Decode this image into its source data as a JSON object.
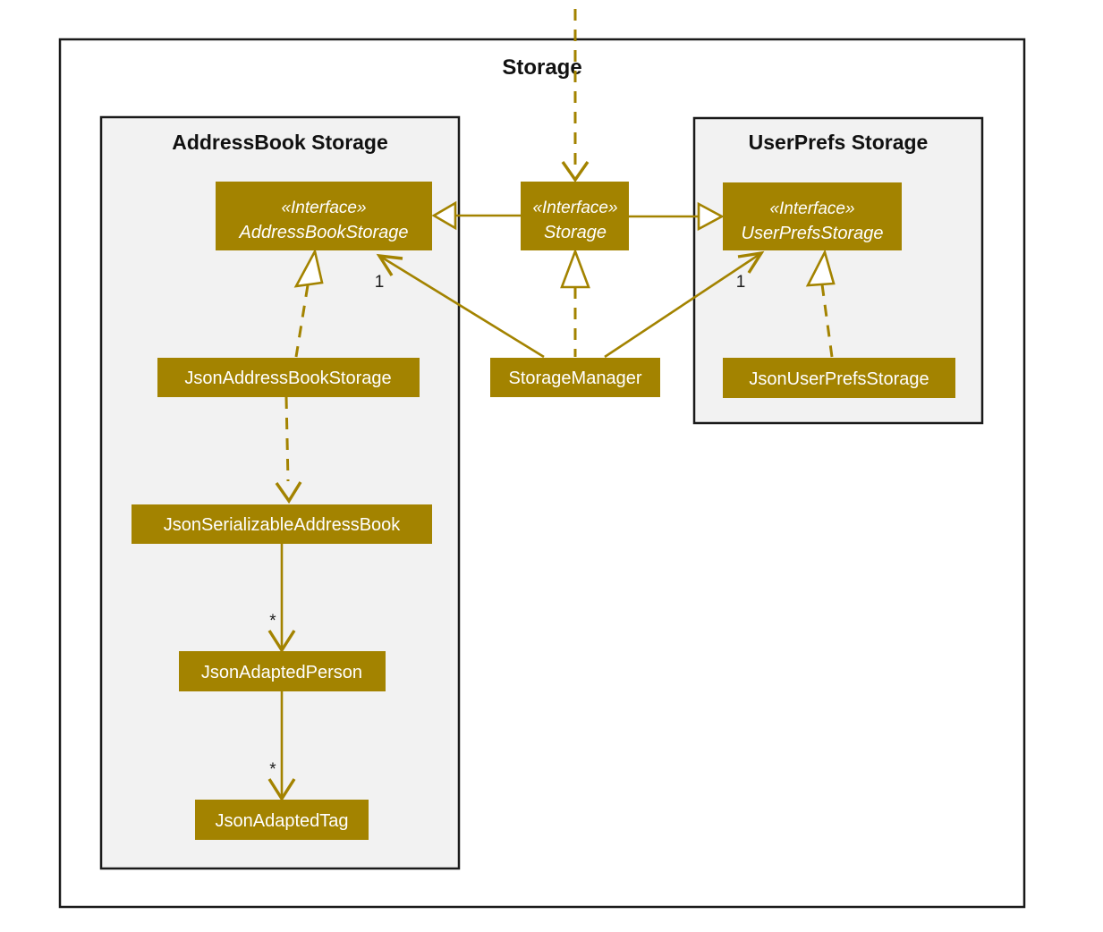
{
  "colors": {
    "accent": "#A38300",
    "node_text": "#FFFFFF",
    "package_fill": "#F2F2F2",
    "border": "#1A1A1A",
    "background": "#FFFFFF",
    "label_text": "#1C1C1C"
  },
  "frame": {
    "title": "Storage"
  },
  "packages": {
    "addressbook": {
      "title": "AddressBook Storage"
    },
    "userprefs": {
      "title": "UserPrefs Storage"
    }
  },
  "nodes": {
    "addressBookStorage": {
      "stereotype": "«Interface»",
      "name": "AddressBookStorage"
    },
    "storage": {
      "stereotype": "«Interface»",
      "name": "Storage"
    },
    "userPrefsStorage": {
      "stereotype": "«Interface»",
      "name": "UserPrefsStorage"
    },
    "jsonAddressBookStorage": {
      "name": "JsonAddressBookStorage"
    },
    "storageManager": {
      "name": "StorageManager"
    },
    "jsonUserPrefsStorage": {
      "name": "JsonUserPrefsStorage"
    },
    "jsonSerializableAddressBook": {
      "name": "JsonSerializableAddressBook"
    },
    "jsonAdaptedPerson": {
      "name": "JsonAdaptedPerson"
    },
    "jsonAdaptedTag": {
      "name": "JsonAdaptedTag"
    }
  },
  "edge_labels": {
    "storageManager_to_addressBookStorage": "1",
    "storageManager_to_userPrefsStorage": "1",
    "serializableAddressBook_to_adaptedPerson": "*",
    "adaptedPerson_to_adaptedTag": "*"
  },
  "relationships": [
    {
      "from": "(external)",
      "to": "Storage",
      "type": "dashed-dependency-arrow"
    },
    {
      "from": "Storage",
      "to": "AddressBookStorage",
      "type": "generalization-hollow-triangle"
    },
    {
      "from": "Storage",
      "to": "UserPrefsStorage",
      "type": "generalization-hollow-triangle"
    },
    {
      "from": "StorageManager",
      "to": "Storage",
      "type": "realization-dashed-hollow-triangle"
    },
    {
      "from": "StorageManager",
      "to": "AddressBookStorage",
      "type": "association",
      "label": "1"
    },
    {
      "from": "StorageManager",
      "to": "UserPrefsStorage",
      "type": "association",
      "label": "1"
    },
    {
      "from": "JsonAddressBookStorage",
      "to": "AddressBookStorage",
      "type": "realization-dashed-hollow-triangle"
    },
    {
      "from": "JsonUserPrefsStorage",
      "to": "UserPrefsStorage",
      "type": "realization-dashed-hollow-triangle"
    },
    {
      "from": "JsonAddressBookStorage",
      "to": "JsonSerializableAddressBook",
      "type": "dashed-dependency-arrow"
    },
    {
      "from": "JsonSerializableAddressBook",
      "to": "JsonAdaptedPerson",
      "type": "association",
      "label": "*"
    },
    {
      "from": "JsonAdaptedPerson",
      "to": "JsonAdaptedTag",
      "type": "association",
      "label": "*"
    }
  ]
}
